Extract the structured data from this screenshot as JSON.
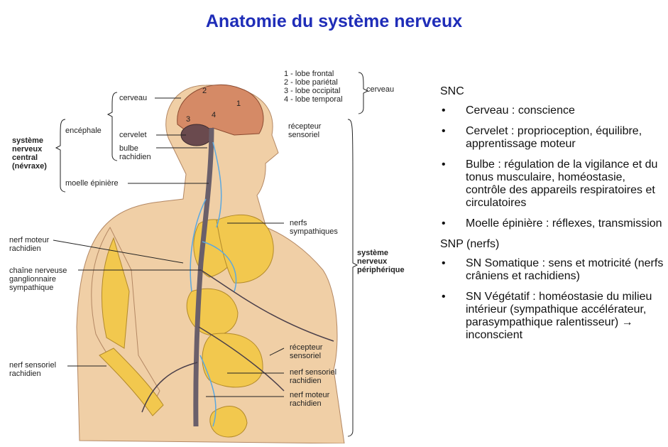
{
  "title": "Anatomie du système nerveux",
  "diagram_labels": {
    "lobe_frontal": "1 - lobe frontal",
    "lobe_parietal": "2 - lobe pariétal",
    "lobe_occipital": "3 - lobe occipital",
    "lobe_temporal": "4 - lobe temporal",
    "cerveau_brace": "cerveau",
    "cerveau": "cerveau",
    "encephale": "encéphale",
    "cervelet": "cervelet",
    "bulbe": "bulbe\nrachidien",
    "systeme_central": "système\nnerveux\ncentral\n(névraxe)",
    "moelle": "moelle épinière",
    "recepteur_1": "récepteur\nsensoriel",
    "nerfs_sympathiques": "nerfs\nsympathiques",
    "nerf_moteur_1": "nerf moteur\nrachidien",
    "chaine": "chaîne nerveuse\nganglionnaire\nsympathique",
    "systeme_peripherique": "système\nnerveux\npériphérique",
    "recepteur_2": "récepteur\nsensoriel",
    "nerf_sensoriel_left": "nerf sensoriel\nrachidien",
    "nerf_sensoriel_right": "nerf sensoriel\nrachidien",
    "nerf_moteur_2": "nerf moteur\nrachidien",
    "num_1": "1",
    "num_2": "2",
    "num_3": "3",
    "num_4": "4"
  },
  "notes": {
    "snc_heading": "SNC",
    "snc_items": [
      "Cerveau : conscience",
      "Cervelet : proprioception, équilibre, apprentissage moteur",
      "Bulbe : régulation de la vigilance et du tonus musculaire, homéostasie, contrôle des appareils respiratoires et circulatoires",
      "Moelle épinière : réflexes, transmission"
    ],
    "snp_heading": "SNP (nerfs)",
    "snp_items": [
      "SN Somatique : sens et motricité (nerfs crâniens et rachidiens)",
      "SN Végétatif : homéostasie du milieu intérieur (sympathique accélérateur, parasympathique ralentisseur) → inconscient"
    ],
    "bullet": "•"
  },
  "colors": {
    "title": "#1f2db8",
    "skin": "#f0cfa6",
    "organ": "#f2c84e",
    "brain": "#d58a66",
    "cerebellum": "#6a4a4e",
    "spine": "#6a5f6a",
    "nerve": "#5aa8e0"
  }
}
